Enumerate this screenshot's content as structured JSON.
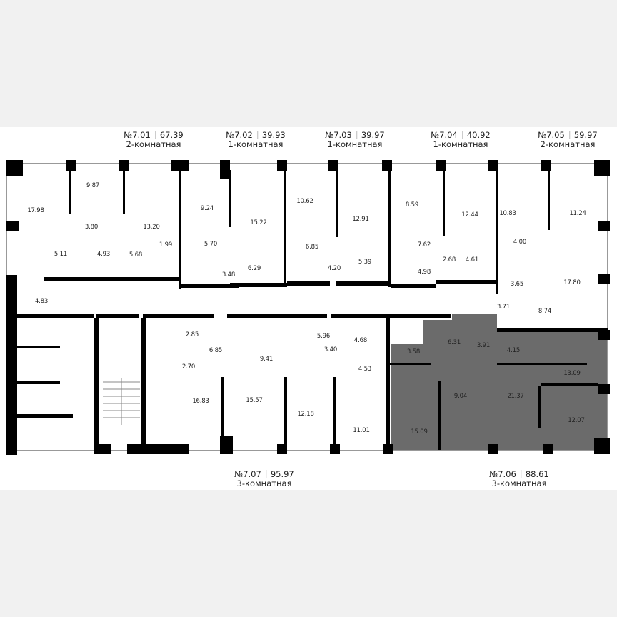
{
  "accent_color": "#6b6b6b",
  "apartments": [
    {
      "number": "№7.01",
      "area": "67.39",
      "type": "2-комнатная",
      "rooms": [
        "17.98",
        "9.87",
        "3.80",
        "13.20",
        "5.11",
        "4.93",
        "5.68",
        "1.99",
        "4.83"
      ]
    },
    {
      "number": "№7.02",
      "area": "39.93",
      "type": "1-комнатная",
      "rooms": [
        "9.24",
        "5.70",
        "3.48",
        "15.22",
        "6.29"
      ]
    },
    {
      "number": "№7.03",
      "area": "39.97",
      "type": "1-комнатная",
      "rooms": [
        "10.62",
        "6.85",
        "12.91",
        "4.20",
        "5.39"
      ]
    },
    {
      "number": "№7.04",
      "area": "40.92",
      "type": "1-комнатная",
      "rooms": [
        "8.59",
        "7.62",
        "4.98",
        "12.44",
        "2.68",
        "4.61"
      ]
    },
    {
      "number": "№7.05",
      "area": "59.97",
      "type": "2-комнатная",
      "rooms": [
        "10.83",
        "4.00",
        "3.65",
        "11.24",
        "17.80",
        "3.71",
        "8.74"
      ]
    },
    {
      "number": "№7.06",
      "area": "88.61",
      "type": "3-комнатная",
      "highlighted": true,
      "rooms": [
        "6.31",
        "3.91",
        "4.15",
        "3.58",
        "13.09",
        "9.04",
        "21.37",
        "15.09",
        "12.07"
      ]
    },
    {
      "number": "№7.07",
      "area": "95.97",
      "type": "3-комнатная",
      "rooms": [
        "2.85",
        "6.85",
        "2.70",
        "16.83",
        "9.41",
        "15.57",
        "12.18",
        "3.40",
        "5.96",
        "4.68",
        "4.53",
        "11.01"
      ]
    }
  ]
}
